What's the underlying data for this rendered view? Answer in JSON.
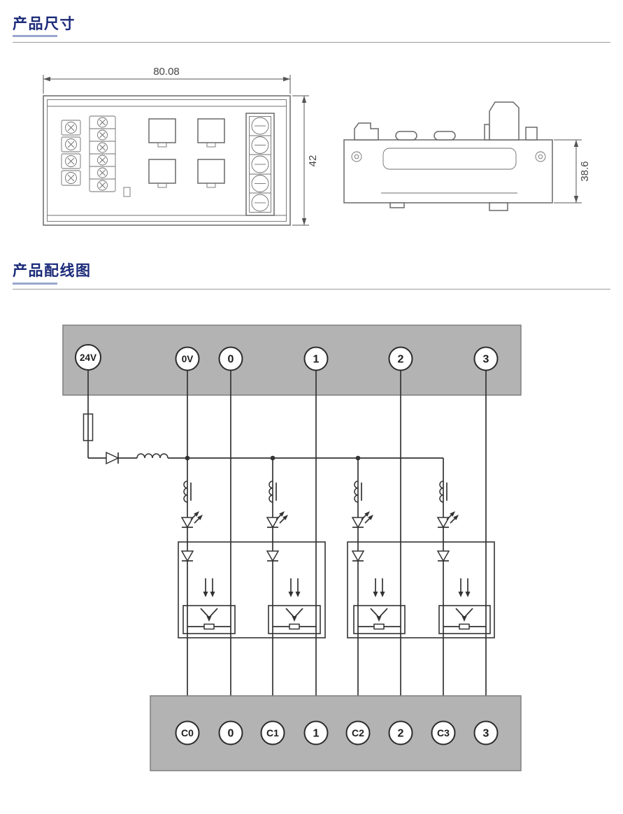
{
  "sections": {
    "dimensions_title": "产品尺寸",
    "wiring_title": "产品配线图"
  },
  "dimension_labels": {
    "front_width_mm": "80.08",
    "front_height_mm": "42",
    "side_height_mm": "38.6"
  },
  "wiring": {
    "top_terminals": [
      "24V",
      "0V",
      "0",
      "1",
      "2",
      "3"
    ],
    "bottom_terminals": [
      "C0",
      "0",
      "C1",
      "1",
      "C2",
      "2",
      "C3",
      "3"
    ]
  },
  "colors": {
    "heading_text": "#1b2a78",
    "heading_accent": "#9aa6cf",
    "divider_rule": "#9b9ba1",
    "terminal_bar_fill": "#b3b3b3",
    "terminal_bar_stroke": "#7e7e7e",
    "wire": "#333333",
    "drawing_outline": "#686868"
  }
}
